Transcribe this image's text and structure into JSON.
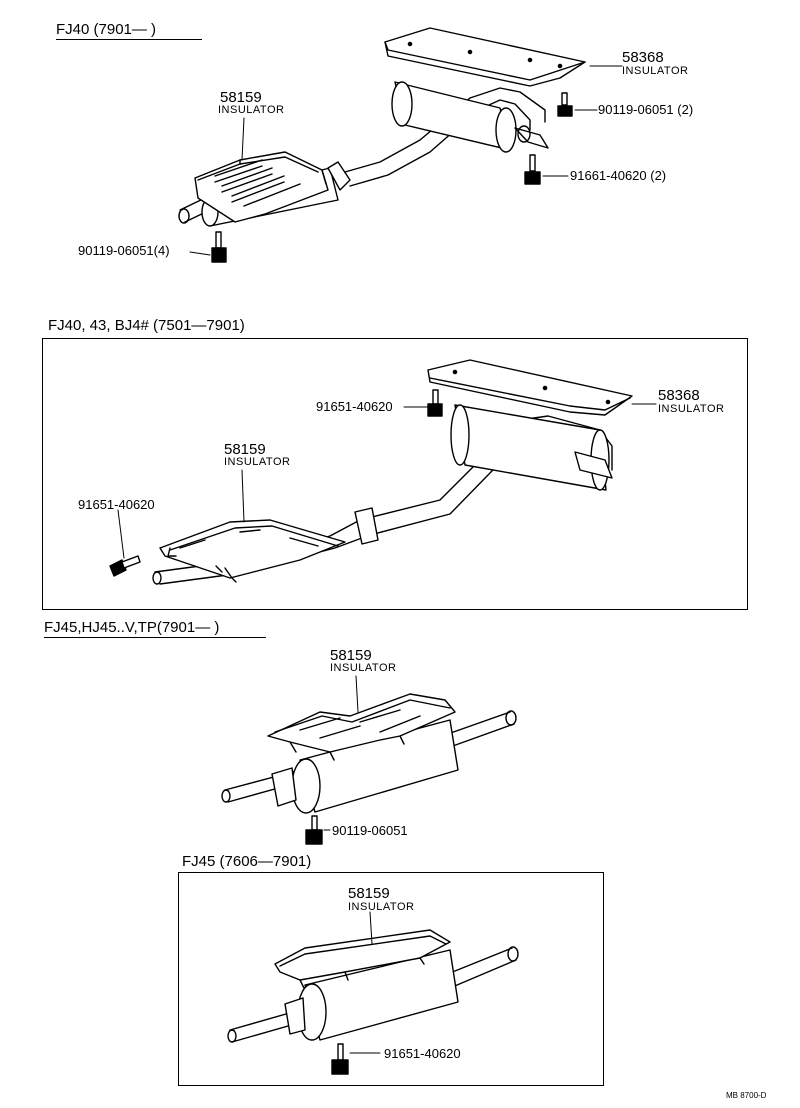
{
  "sections": [
    {
      "header": "FJ40 (7901—       )",
      "parts": [
        {
          "number": "58368",
          "name": "INSULATOR"
        },
        {
          "number": "90119-06051 (2)"
        },
        {
          "number": "91661-40620 (2)"
        },
        {
          "number": "58159",
          "name": "INSULATOR"
        },
        {
          "number": "90119-06051(4)"
        }
      ]
    },
    {
      "header": "FJ40, 43, BJ4#  (7501—7901)",
      "parts": [
        {
          "number": "58368",
          "name": "INSULATOR"
        },
        {
          "number": "91651-40620"
        },
        {
          "number": "58159",
          "name": "INSULATOR"
        },
        {
          "number": "91651-40620"
        }
      ]
    },
    {
      "header": "FJ45,HJ45..V,TP(7901—      )",
      "parts": [
        {
          "number": "58159",
          "name": "INSULATOR"
        },
        {
          "number": "90119-06051"
        }
      ]
    },
    {
      "header": "FJ45  (7606—7901)",
      "parts": [
        {
          "number": "58159",
          "name": "INSULATOR"
        },
        {
          "number": "91651-40620"
        }
      ]
    }
  ],
  "footer_code": "MB  8700-D"
}
